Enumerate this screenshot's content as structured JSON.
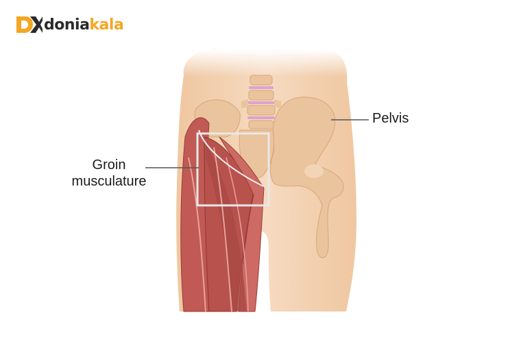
{
  "logo": {
    "part1": "donia",
    "part2": "kala",
    "mark_color": "#f5a623"
  },
  "labels": {
    "groin_line1": "Groin",
    "groin_line2": "musculature",
    "pelvis": "Pelvis"
  },
  "colors": {
    "skin": "#f3d2b0",
    "bone": "#ecc8a2",
    "muscle": "#b8524d",
    "vertebra_disc": "#d9a3d0",
    "highlight_box": "#e6e6e6"
  }
}
